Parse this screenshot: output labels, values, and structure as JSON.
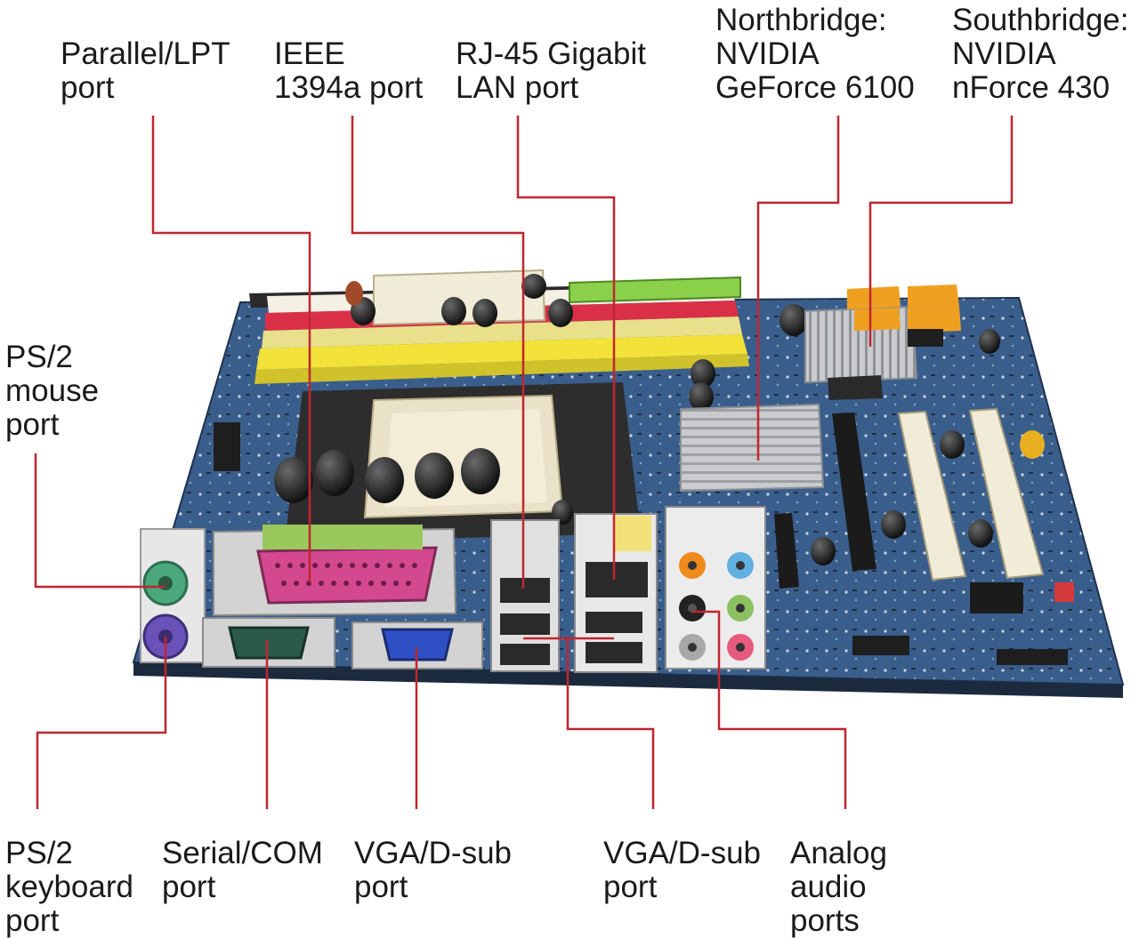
{
  "labels": {
    "parallel": "Parallel/LPT\nport",
    "ieee": "IEEE\n1394a port",
    "rj45": "RJ-45 Gigabit\nLAN port",
    "northbridge": "Northbridge:\nNVIDIA\nGeForce 6100",
    "southbridge": "Southbridge:\nNVIDIA\nnForce 430",
    "ps2_mouse": "PS/2\nmouse\nport",
    "ps2_keyboard": "PS/2\nkeyboard\nport",
    "serial": "Serial/COM\nport",
    "vga1": "VGA/D-sub\nport",
    "vga2": "VGA/D-sub\nport",
    "audio": "Analog\naudio\nports"
  },
  "colors": {
    "leader_line": "#c0262e",
    "pcb": "#3a5e8c",
    "dimm_red": "#e0344a",
    "dimm_yellow": "#f2e23a",
    "parallel_port": "#d4488f",
    "vga_port": "#2f4fc4",
    "serial_port": "#2c5a4a",
    "ps2_mouse": "#4aa87c",
    "ps2_keyboard": "#6a52b8",
    "pci_slot": "#f1ecd8",
    "pcie_slot": "#1b1b1b",
    "sata_port": "#f0a020",
    "agp_green": "#8ad04a",
    "heatsink": "#c9cbce",
    "audio_orange": "#f08a1c",
    "audio_blue": "#60b0e0",
    "audio_green": "#8cc060",
    "audio_pink": "#e65a80",
    "audio_black": "#222222",
    "audio_gray": "#a8a8a8"
  }
}
